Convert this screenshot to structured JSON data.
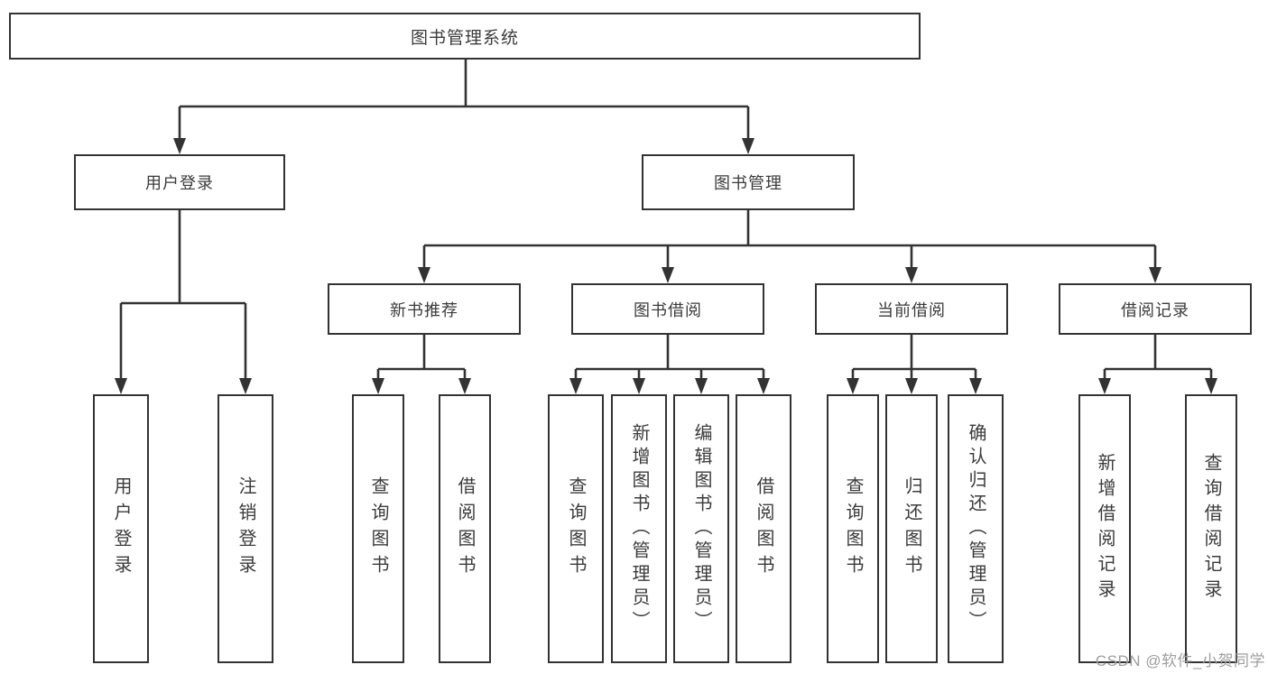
{
  "nodes": {
    "root": "图书管理系统",
    "user_login": "用户登录",
    "book_management": "图书管理",
    "new_book_recommendation": "新书推荐",
    "book_borrowing": "图书借阅",
    "current_borrowing": "当前借阅",
    "borrowing_records": "借阅记录",
    "ul_user_login": "用户登录",
    "ul_logout": "注销登录",
    "nb_query_books": "查询图书",
    "nb_borrow_books": "借阅图书",
    "bb_query_books": "查询图书",
    "bb_add_books_admin": "新增图书（管理员）",
    "bb_edit_books_admin": "编辑图书（管理员）",
    "bb_borrow_books": "借阅图书",
    "cb_query_books": "查询图书",
    "cb_return_books": "归还图书",
    "cb_confirm_return_admin": "确认归还（管理员）",
    "br_add_borrow_record": "新增借阅记录",
    "br_query_borrow_record": "查询借阅记录"
  },
  "watermark": "CSDN @软件_小贺同学",
  "colors": {
    "line": "#333333",
    "box_border": "#333333",
    "text": "#3b3b3b",
    "watermark": "#9e9e9e",
    "background": "#ffffff"
  }
}
